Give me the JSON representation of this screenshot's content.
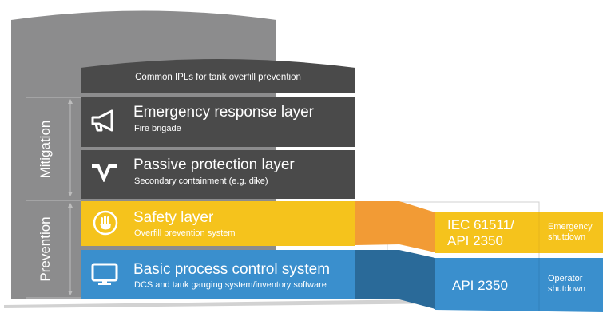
{
  "diagram": {
    "cap_title": "Common IPLs for tank overfill prevention",
    "side_labels": {
      "mitigation": "Mitigation",
      "prevention": "Prevention"
    },
    "layers": [
      {
        "title": "Emergency response layer",
        "subtitle": "Fire brigade",
        "icon": "megaphone-icon",
        "color": "#4a4a4a"
      },
      {
        "title": "Passive protection layer",
        "subtitle": "Secondary containment (e.g. dike)",
        "icon": "dike-icon",
        "color": "#4a4a4a"
      },
      {
        "title": "Safety layer",
        "subtitle": "Overfill prevention system",
        "icon": "hand-stop-icon",
        "color": "#f5c31c"
      },
      {
        "title": "Basic process control system",
        "subtitle": "DCS and tank gauging system/inventory software",
        "icon": "monitor-icon",
        "color": "#3a8fcd"
      }
    ],
    "right_panels": [
      {
        "standard": "IEC 61511/\nAPI 2350",
        "action": "Emergency\nshutdown",
        "color": "#f5c31c"
      },
      {
        "standard": "API 2350",
        "action": "Operator\nshutdown",
        "color": "#3a8fcd"
      }
    ],
    "colors": {
      "tank_background": "#8c8c8d",
      "dark_layer": "#4a4a4a",
      "safety_yellow": "#f5c31c",
      "bpcs_blue": "#3a8fcd",
      "orange_connector": "#f29b35",
      "dark_blue_connector": "#2a6a99"
    }
  }
}
